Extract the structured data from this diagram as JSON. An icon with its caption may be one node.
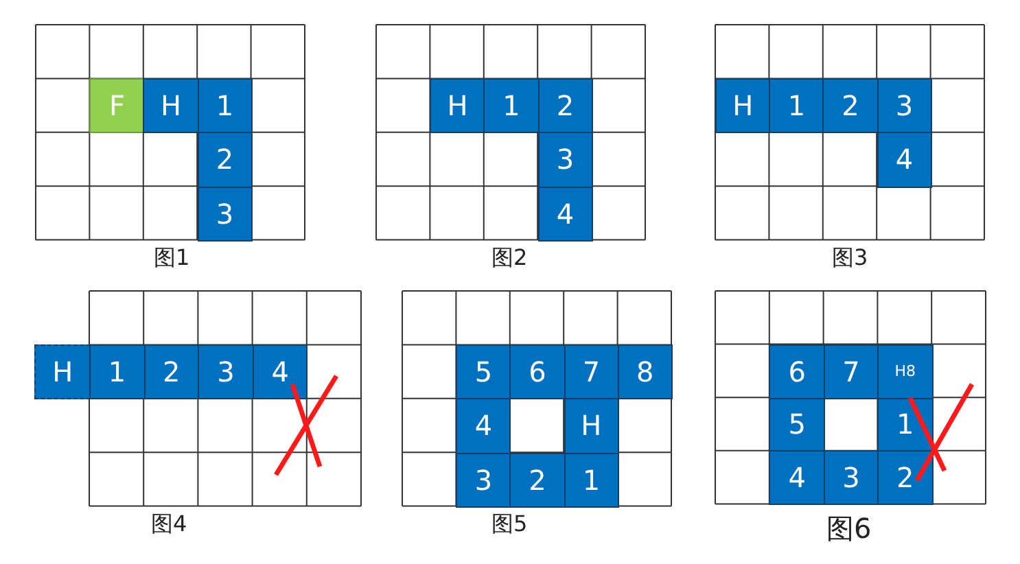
{
  "diagram": {
    "labels": [
      "F",
      "H",
      "1",
      "2",
      "3",
      "图1",
      "H",
      "1",
      "2",
      "3",
      "4",
      "图2",
      "H",
      "1",
      "2",
      "3",
      "4",
      "图3",
      "H",
      "1",
      "2",
      "3",
      "4",
      "图4",
      "5",
      "6",
      "7",
      "8",
      "4",
      "H",
      "3",
      "2",
      "1",
      "图5",
      "6",
      "7",
      "H8",
      "5",
      "1",
      "4",
      "3",
      "2",
      "图6"
    ]
  }
}
